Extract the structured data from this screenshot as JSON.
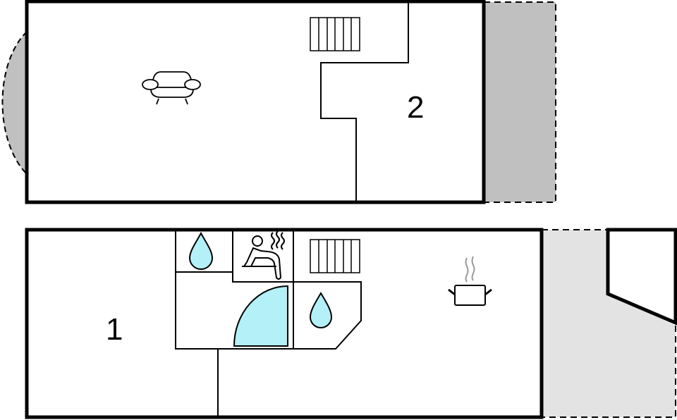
{
  "floors": [
    {
      "name": "upper-floor",
      "room_label": "2",
      "features": [
        "sofa-icon",
        "stairs-icon"
      ],
      "terrace": "balcony-right",
      "bay": "bay-window-left"
    },
    {
      "name": "ground-floor",
      "room_label": "1",
      "features": [
        "shower-icon",
        "sauna-icon",
        "stairs-icon",
        "bathtub-icon",
        "toilet-water-icon",
        "kitchen-pot-icon"
      ],
      "terrace": "patio-right"
    }
  ],
  "colors": {
    "wall": "#000000",
    "terrace_dark": "#c0c0c0",
    "terrace_light": "#e3e3e3",
    "water": "#b3f0f7",
    "steam": "#999999"
  }
}
